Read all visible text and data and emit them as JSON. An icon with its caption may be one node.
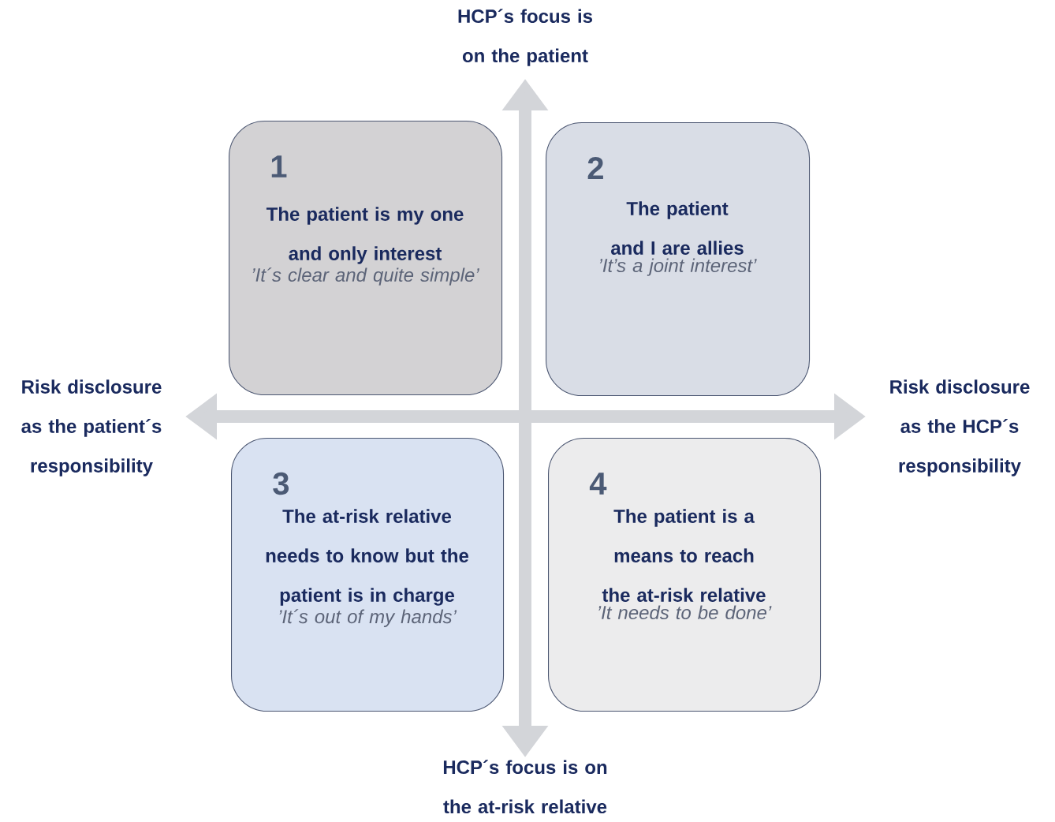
{
  "diagram": {
    "nodes": [
      {
        "text": [
          "1",
          "The patient is my one and only interest",
          "’It´s clear and quite simple’"
        ]
      },
      {
        "text": [
          "2",
          "The patient and I are allies",
          "’It’s a joint interest’"
        ]
      },
      {
        "text": [
          "3",
          "The at-risk relative needs to know but the patient is in charge",
          "’It´s out of my hands’"
        ]
      },
      {
        "text": [
          "4",
          "The patient is a means to reach the at-risk relative",
          "’It needs to be done’"
        ]
      }
    ],
    "labels": [
      "HCP´s focus is on the patient",
      "Risk disclosure as the patient´s responsibility",
      "Risk disclosure as the HCP´s responsibility",
      "HCP´s focus is on the at-risk relative"
    ]
  }
}
